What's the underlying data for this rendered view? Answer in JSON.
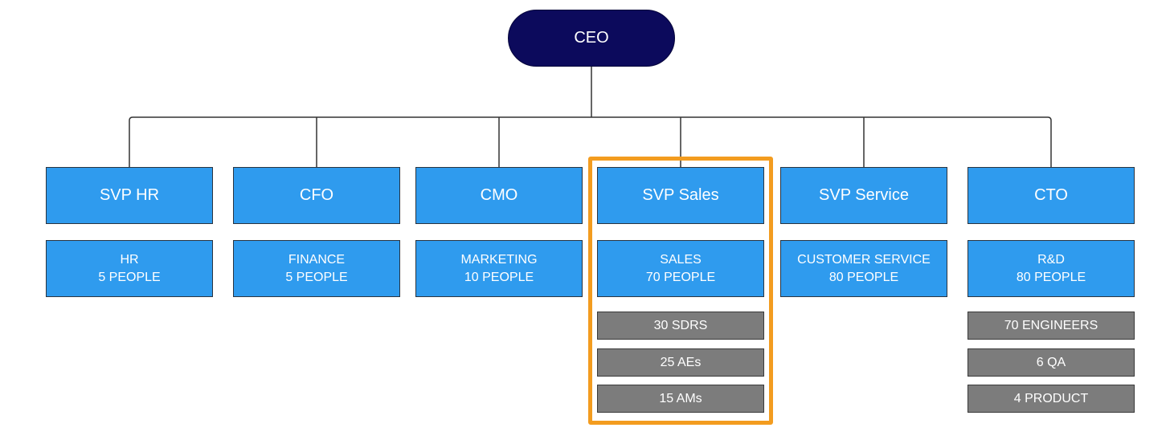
{
  "ceo": {
    "label": "CEO"
  },
  "columns": [
    {
      "head": "SVP HR",
      "dept": "HR",
      "count": "5 PEOPLE",
      "teams": []
    },
    {
      "head": "CFO",
      "dept": "FINANCE",
      "count": "5 PEOPLE",
      "teams": []
    },
    {
      "head": "CMO",
      "dept": "MARKETING",
      "count": "10 PEOPLE",
      "teams": []
    },
    {
      "head": "SVP Sales",
      "dept": "SALES",
      "count": "70 PEOPLE",
      "teams": [
        "30 SDRS",
        "25 AEs",
        "15 AMs"
      ],
      "highlighted": true
    },
    {
      "head": "SVP Service",
      "dept": "CUSTOMER SERVICE",
      "count": "80 PEOPLE",
      "teams": []
    },
    {
      "head": "CTO",
      "dept": "R&D",
      "count": "80 PEOPLE",
      "teams": [
        "70 ENGINEERS",
        "6 QA",
        "4 PRODUCT"
      ]
    }
  ],
  "colors": {
    "ceo": "#0c0a5c",
    "head": "#2f9bee",
    "team": "#7c7c7c",
    "highlight": "#f39c1f"
  }
}
